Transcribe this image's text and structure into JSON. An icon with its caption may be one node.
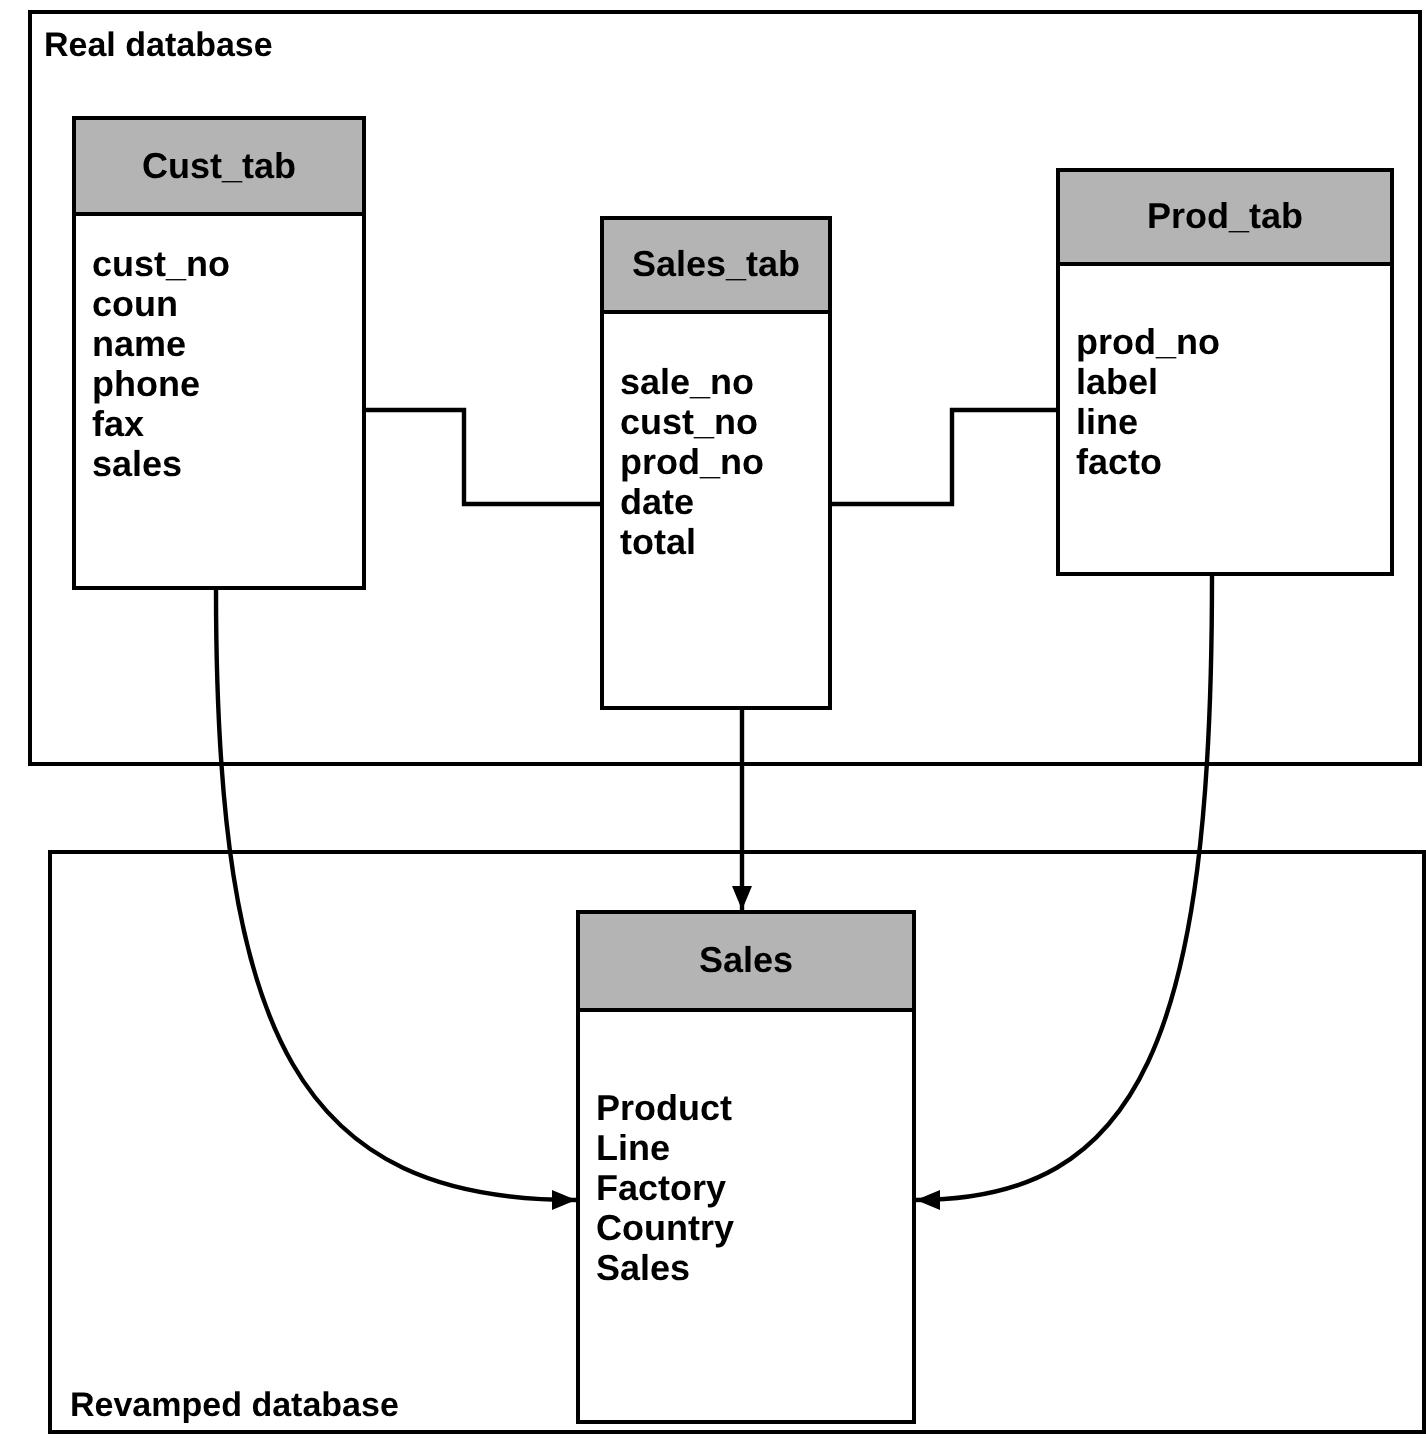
{
  "diagram": {
    "nodes": [
      {
        "text": [
          "Real database"
        ]
      },
      {
        "text": [
          "Cust_tab",
          "cust_no",
          "coun",
          "name",
          "phone",
          "fax",
          "sales"
        ],
        "in": 0
      },
      {
        "text": [
          "Sales_tab",
          "sale_no",
          "cust_no",
          "prod_no",
          "date",
          "total"
        ],
        "in": 0
      },
      {
        "text": [
          "Prod_tab",
          "prod_no",
          "label",
          "line",
          "facto"
        ],
        "in": 0
      },
      {
        "text": [
          "Revamped database"
        ]
      },
      {
        "text": [
          "Sales",
          "Product",
          "Line",
          "Factory",
          "Country",
          "Sales"
        ],
        "in": 4
      }
    ],
    "edges": [
      {
        "from": 1,
        "to": 2,
        "arrow": "none"
      },
      {
        "from": 3,
        "to": 2,
        "arrow": "none"
      },
      {
        "from": 2,
        "to": 5,
        "arrow": "to"
      },
      {
        "from": 1,
        "to": 5,
        "arrow": "to"
      },
      {
        "from": 3,
        "to": 5,
        "arrow": "to"
      }
    ]
  }
}
